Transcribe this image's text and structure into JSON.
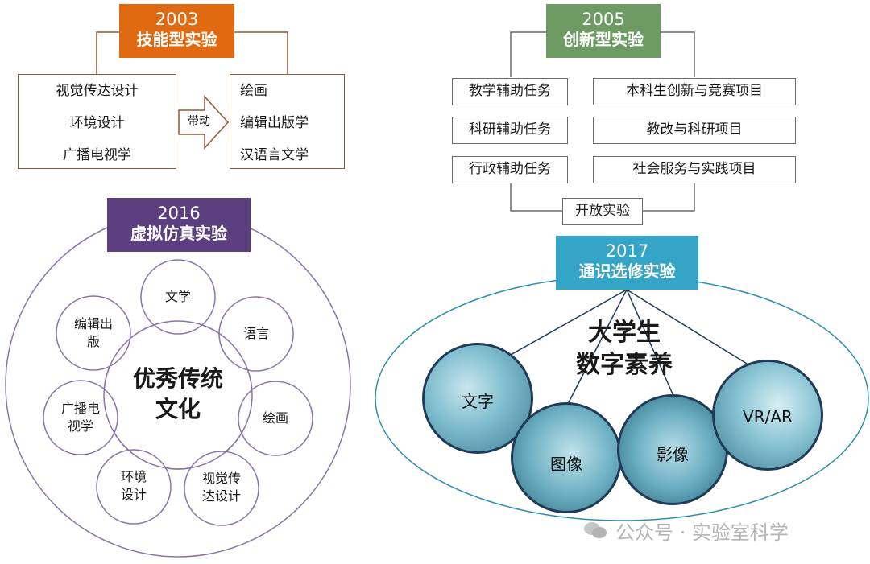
{
  "sec2003": {
    "year": "2003",
    "title": "技能型实验",
    "color": "#e06a12",
    "left_items": [
      "视觉传达设计",
      "环境设计",
      "广播电视学"
    ],
    "arrow_label": "带动",
    "right_items": [
      "绘画",
      "编辑出版学",
      "汉语言文学"
    ]
  },
  "sec2005": {
    "year": "2005",
    "title": "创新型实验",
    "color": "#6e9b64",
    "left_items": [
      "教学辅助任务",
      "科研辅助任务",
      "行政辅助任务"
    ],
    "right_items": [
      "本科生创新与竞赛项目",
      "教改与科研项目",
      "社会服务与实践项目"
    ],
    "bottom": "开放实验"
  },
  "sec2016": {
    "year": "2016",
    "title": "虚拟仿真实验",
    "color": "#5b3f7f",
    "center": [
      "优秀传统",
      "文化"
    ],
    "petals": [
      [
        "文学"
      ],
      [
        "语言"
      ],
      [
        "绘画"
      ],
      [
        "视觉传",
        "达设计"
      ],
      [
        "环境",
        "设计"
      ],
      [
        "广播电",
        "视学"
      ],
      [
        "编辑出",
        "版"
      ]
    ]
  },
  "sec2017": {
    "year": "2017",
    "title": "通识选修实验",
    "color": "#34a5c6",
    "center": [
      "大学生",
      "数字素养"
    ],
    "photos": [
      "文字",
      "图像",
      "影像",
      "VR/AR"
    ]
  },
  "watermark": "公众号 · 实验室科学"
}
